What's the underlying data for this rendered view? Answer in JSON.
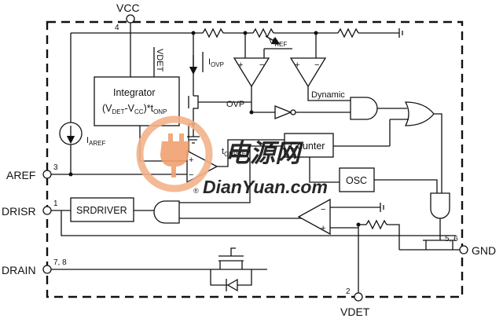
{
  "pins": {
    "vcc": {
      "label": "VCC",
      "number": "4"
    },
    "aref": {
      "label": "AREF",
      "number": "3"
    },
    "drisr": {
      "label": "DRISR",
      "number": "1"
    },
    "drain": {
      "label": "DRAIN",
      "number": "7, 8"
    },
    "vdet": {
      "label": "VDET",
      "number": "2"
    },
    "gnd": {
      "label": "GND",
      "number": "5, 6"
    }
  },
  "blocks": {
    "integrator_title": "Integrator",
    "integrator_formula": "(V",
    "integrator_sub1": "DET",
    "integrator_mid": "-V",
    "integrator_sub2": "CC",
    "integrator_tail": ")*t",
    "integrator_sub3": "ONP",
    "counter": "Counter",
    "osc": "OSC",
    "srdriver": "SRDRIVER"
  },
  "labels": {
    "vdet_inner": "VDET",
    "iovp_main": "I",
    "iovp_sub": "OVP",
    "vref_main": "V",
    "vref_sub": "REF",
    "ovp": "OVP",
    "dynamic": "Dynamic",
    "iaref_main": "I",
    "iaref_sub": "AREF",
    "tonpset_main": "t",
    "tonpset_sub": "ONPSET",
    "plus": "+",
    "minus": "−"
  },
  "watermark": {
    "cn": "电源网",
    "en": "DianYuan.com",
    "reg": "®",
    "brand_color": "#f0a070",
    "text_color": "#7f96c4"
  }
}
